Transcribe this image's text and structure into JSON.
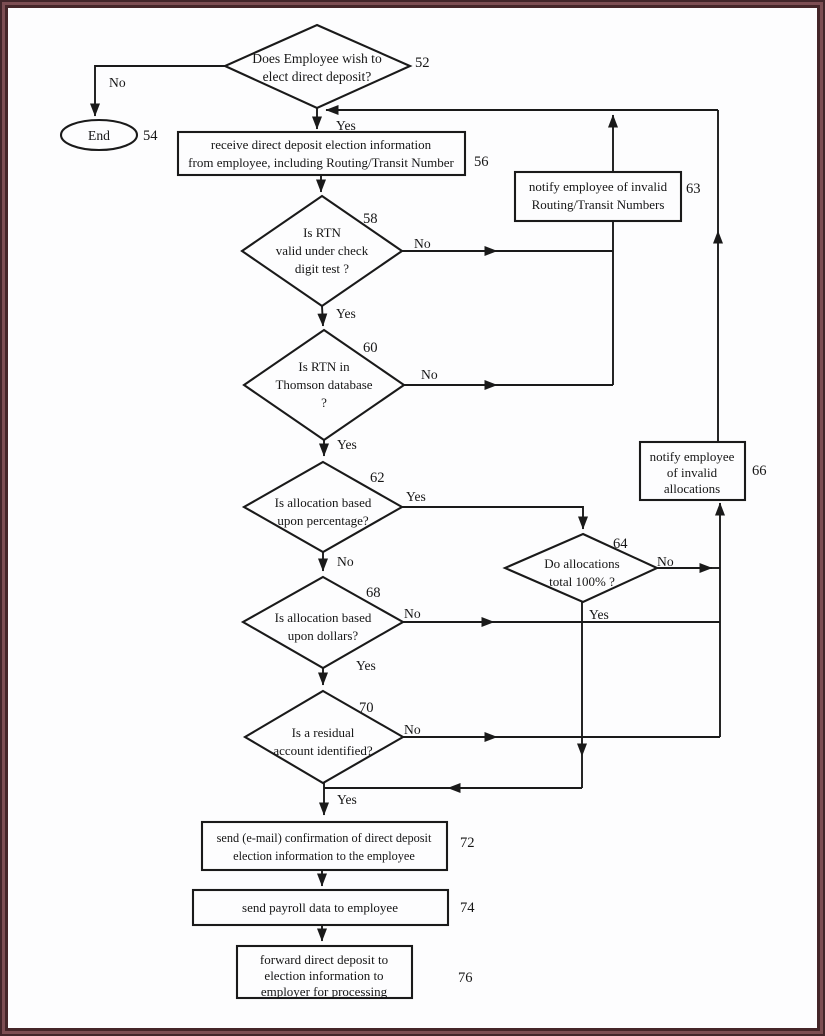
{
  "figure": {
    "type": "flowchart",
    "labels": {
      "yes": "Yes",
      "no": "No"
    },
    "nodes": {
      "d52": {
        "ref": "52",
        "lines": [
          "Does Employee wish to",
          "elect direct deposit?"
        ]
      },
      "end54": {
        "ref": "54",
        "text": "End"
      },
      "b56": {
        "ref": "56",
        "lines": [
          "receive direct deposit election information",
          "from employee, including Routing/Transit Number"
        ]
      },
      "b63": {
        "ref": "63",
        "lines": [
          "notify employee of invalid",
          "Routing/Transit Numbers"
        ]
      },
      "d58": {
        "ref": "58",
        "lines": [
          "Is RTN",
          "valid under check",
          "digit test ?"
        ]
      },
      "d60": {
        "ref": "60",
        "lines": [
          "Is RTN in",
          "Thomson database",
          "?"
        ]
      },
      "d62": {
        "ref": "62",
        "lines": [
          "Is allocation based",
          "upon percentage?"
        ]
      },
      "d64": {
        "ref": "64",
        "lines": [
          "Do allocations",
          "total 100% ?"
        ]
      },
      "b66": {
        "ref": "66",
        "lines": [
          "notify employee",
          "of invalid",
          "allocations"
        ]
      },
      "d68": {
        "ref": "68",
        "lines": [
          "Is allocation based",
          "upon dollars?"
        ]
      },
      "d70": {
        "ref": "70",
        "lines": [
          "Is a residual",
          "account identified?"
        ]
      },
      "b72": {
        "ref": "72",
        "lines": [
          "send (e-mail) confirmation of direct deposit",
          "election information to the employee"
        ]
      },
      "b74": {
        "ref": "74",
        "lines": [
          "send payroll data to employee"
        ]
      },
      "b76": {
        "ref": "76",
        "lines": [
          "forward direct deposit to",
          "election information to",
          "employer for processing"
        ]
      }
    },
    "frame_colors": {
      "outer_dark": "#42262a",
      "maroon": "#7d4e53",
      "inner_dark": "#452629",
      "paper": "#fdfdfe"
    }
  }
}
